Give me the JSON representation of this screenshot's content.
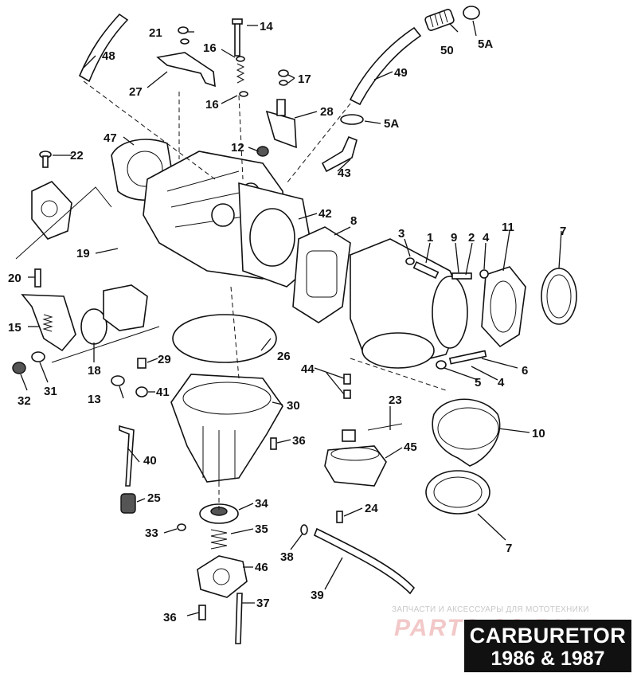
{
  "title": {
    "line1": "CARBURETOR",
    "line2": "1986 & 1987"
  },
  "watermark": {
    "tagline": "ЗАПЧАСТИ И АКСЕССУАРЫ ДЛЯ МОТОТЕХНИКИ",
    "logo": "PARTS-SS.RU"
  },
  "callouts": {
    "c1": "1",
    "c2": "2",
    "c3": "3",
    "c4a": "4",
    "c4b": "4",
    "c5a_top": "5A",
    "c5a_mid": "5A",
    "c5": "5",
    "c6": "6",
    "c7a": "7",
    "c7b": "7",
    "c8": "8",
    "c9": "9",
    "c10": "10",
    "c11": "11",
    "c12": "12",
    "c13": "13",
    "c14": "14",
    "c15": "15",
    "c16a": "16",
    "c16b": "16",
    "c17": "17",
    "c18": "18",
    "c19": "19",
    "c20": "20",
    "c21": "21",
    "c22": "22",
    "c23": "23",
    "c24": "24",
    "c25": "25",
    "c26": "26",
    "c27": "27",
    "c28": "28",
    "c29": "29",
    "c30": "30",
    "c31": "31",
    "c32": "32",
    "c33": "33",
    "c34": "34",
    "c35": "35",
    "c36a": "36",
    "c36b": "36",
    "c37": "37",
    "c38": "38",
    "c39": "39",
    "c40": "40",
    "c41": "41",
    "c42": "42",
    "c43": "43",
    "c44": "44",
    "c45": "45",
    "c46": "46",
    "c47": "47",
    "c48": "48",
    "c49": "49",
    "c50": "50"
  }
}
